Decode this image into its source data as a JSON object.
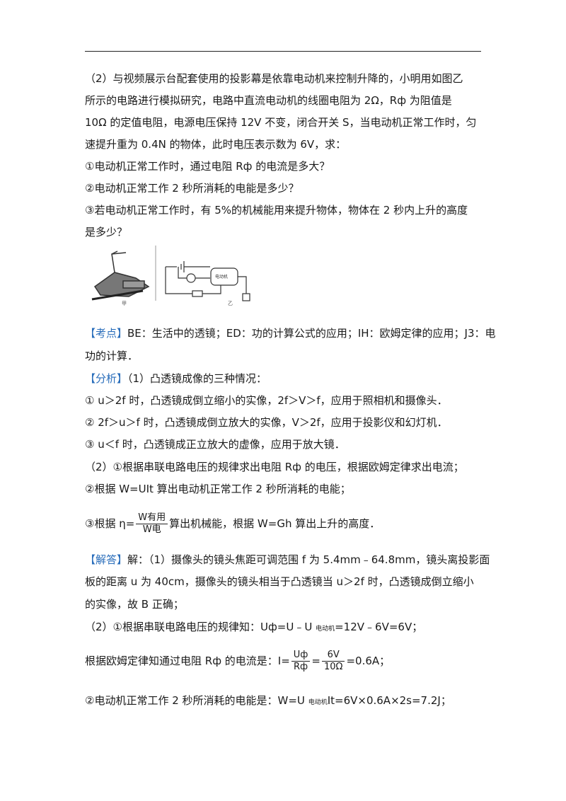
{
  "question": {
    "p1": "（2）与视频展示台配套使用的投影幕是依靠电动机来控制升降的，小明用如图乙",
    "p2": "所示的电路进行模拟研究，电路中直流电动机的线圈电阻为 2Ω，Rф 为阻值是",
    "p3": "10Ω 的定值电阻，电源电压保持 12V 不变，闭合开关 S，当电动机正常工作时，匀",
    "p4": "速提升重为 0.4N 的物体，此时电压表示数为 6V，求：",
    "q1": "①电动机正常工作时，通过电阻 Rф 的电流是多大？",
    "q2": "②电动机正常工作 2 秒所消耗的电能是多少？",
    "q3a": "③若电动机正常工作时，有 5%的机械能用来提升物体，物体在 2 秒内上升的高度",
    "q3b": "是多少？"
  },
  "figure": {
    "label_a": "甲",
    "label_b": "乙",
    "motor_label": "电动机"
  },
  "kaodian": {
    "tag": "【考点】",
    "text1": "BE：生活中的透镜；ED：功的计算公式的应用；IH：欧姆定律的应用；J3：电",
    "text2": "功的计算．"
  },
  "fenxi": {
    "tag": "【分析】",
    "l1": "（1）凸透镜成像的三种情况：",
    "l2": "① u＞2f 时，凸透镜成倒立缩小的实像，2f＞V＞f，应用于照相机和摄像头．",
    "l3": "② 2f＞u＞f 时，凸透镜成倒立放大的实像，V＞2f，应用于投影仪和幻灯机．",
    "l4": "③ u＜f 时，凸透镜成正立放大的虚像，应用于放大镜．",
    "l5": "（2）①根据串联电路电压的规律求出电阻 Rф 的电压，根据欧姆定律求出电流；",
    "l6": "②根据 W=UIt 算出电动机正常工作 2 秒所消耗的电能；",
    "l7_pre": "③根据 η=",
    "l7_num": "W有用",
    "l7_den": "W电",
    "l7_post": "算出机械能，根据 W=Gh 算出上升的高度．"
  },
  "jieda": {
    "tag": "【解答】",
    "l1": "解：（1）摄像头的镜头焦距可调范围 f 为 5.4mm﹣64.8mm，镜头离投影面",
    "l2": "板的距离 u 为 40cm，摄像头的镜头相当于凸透镜当 u＞2f 时，凸透镜成倒立缩小",
    "l3": "的实像，故 B 正确；",
    "l4_pre": "（2）①根据串联电路电压的规律知：Uф=U﹣U ",
    "l4_sub": "电动机",
    "l4_post": "=12V﹣6V=6V；",
    "l5_pre": "根据欧姆定律知通过电阻 Rф 的电流是：I=",
    "l5_n1": "Uф",
    "l5_d1": "Rф",
    "l5_eq": "=",
    "l5_n2": "6V",
    "l5_d2": "10Ω",
    "l5_post": "=0.6A；",
    "l6_pre": "②电动机正常工作 2 秒所消耗的电能是：W=U ",
    "l6_sub": "电动机",
    "l6_post": "It=6V×0.6A×2s=7.2J；"
  }
}
